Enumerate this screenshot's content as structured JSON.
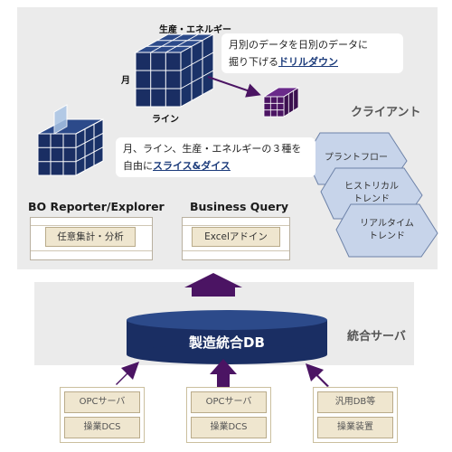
{
  "client_label": "クライアント",
  "server_label": "統合サーバ",
  "cube_big": {
    "top_label": "生産・エネルギー",
    "left_label": "月",
    "bottom_label": "ライン"
  },
  "callout_drill": {
    "line1": "月別のデータを日別のデータに",
    "line2_prefix": "掘り下げる",
    "line2_link": "ドリルダウン"
  },
  "callout_slice": {
    "line1": "月、ライン、生産・エネルギーの３種を",
    "line2_prefix": "自由に",
    "line2_link": "スライス&ダイス"
  },
  "trends": [
    {
      "text": "プラントフロー"
    },
    {
      "line1": "ヒストリカル",
      "line2": "トレンド"
    },
    {
      "line1": "リアルタイム",
      "line2": "トレンド"
    }
  ],
  "tools": [
    {
      "title": "BO Reporter/Explorer",
      "label": "任意集計・分析"
    },
    {
      "title": "Business Query",
      "label": "Excelアドイン"
    }
  ],
  "db_label": "製造統合DB",
  "sources": [
    {
      "top": "OPCサーバ",
      "bottom": "操業DCS"
    },
    {
      "top": "OPCサーバ",
      "bottom": "操業DCS"
    },
    {
      "top": "汎用DB等",
      "bottom": "操業装置"
    }
  ],
  "colors": {
    "navy": "#1a2e63",
    "purple": "#4b1463",
    "trend_fill": "#c7d4ea",
    "panel": "#ebebeb"
  }
}
